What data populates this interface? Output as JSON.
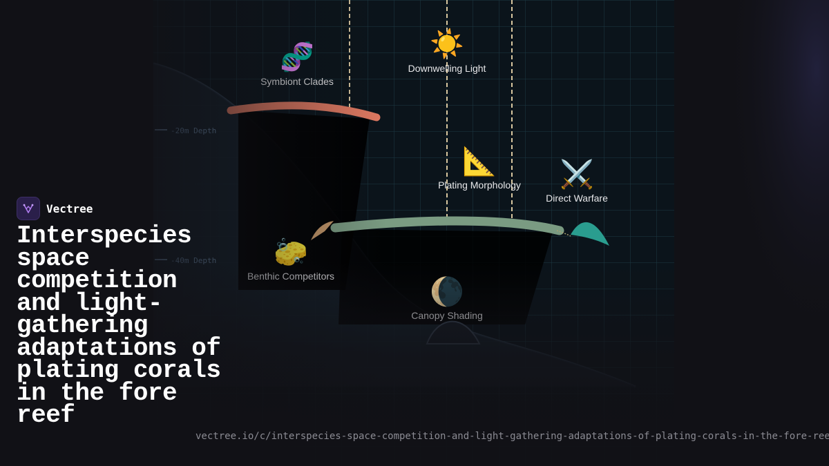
{
  "brand": {
    "name": "Vectree",
    "logo_icon": "vectree-logo-icon"
  },
  "title": "Interspecies space competition and light-gathering adaptations of plating corals in the fore reef",
  "url": "vectree.io/c/interspecies-space-competition-and-light-gathering-adaptations-of-plating-corals-in-the-fore-reef",
  "diagram": {
    "depth_markers": [
      "-20m Depth",
      "-40m Depth"
    ],
    "nodes": [
      {
        "label": "Symbiont Clades",
        "icon": "dna-icon",
        "glyph": "🧬"
      },
      {
        "label": "Downwelling Light",
        "icon": "sun-icon",
        "glyph": "☀️"
      },
      {
        "label": "Plating Morphology",
        "icon": "triangle-ruler-icon",
        "glyph": "📐"
      },
      {
        "label": "Direct Warfare",
        "icon": "crossed-swords-icon",
        "glyph": "⚔️"
      },
      {
        "label": "Benthic Competitors",
        "icon": "sponge-icon",
        "glyph": "🧽"
      },
      {
        "label": "Canopy Shading",
        "icon": "moon-icon",
        "glyph": "🌘"
      }
    ]
  },
  "colors": {
    "background": "#111116",
    "upper_plate": "#e07a62",
    "lower_plate": "#7a9b82",
    "competitor": "#2a9d8f",
    "light_ray": "#d9c7a0",
    "depth_label": "#6f8fb0"
  }
}
